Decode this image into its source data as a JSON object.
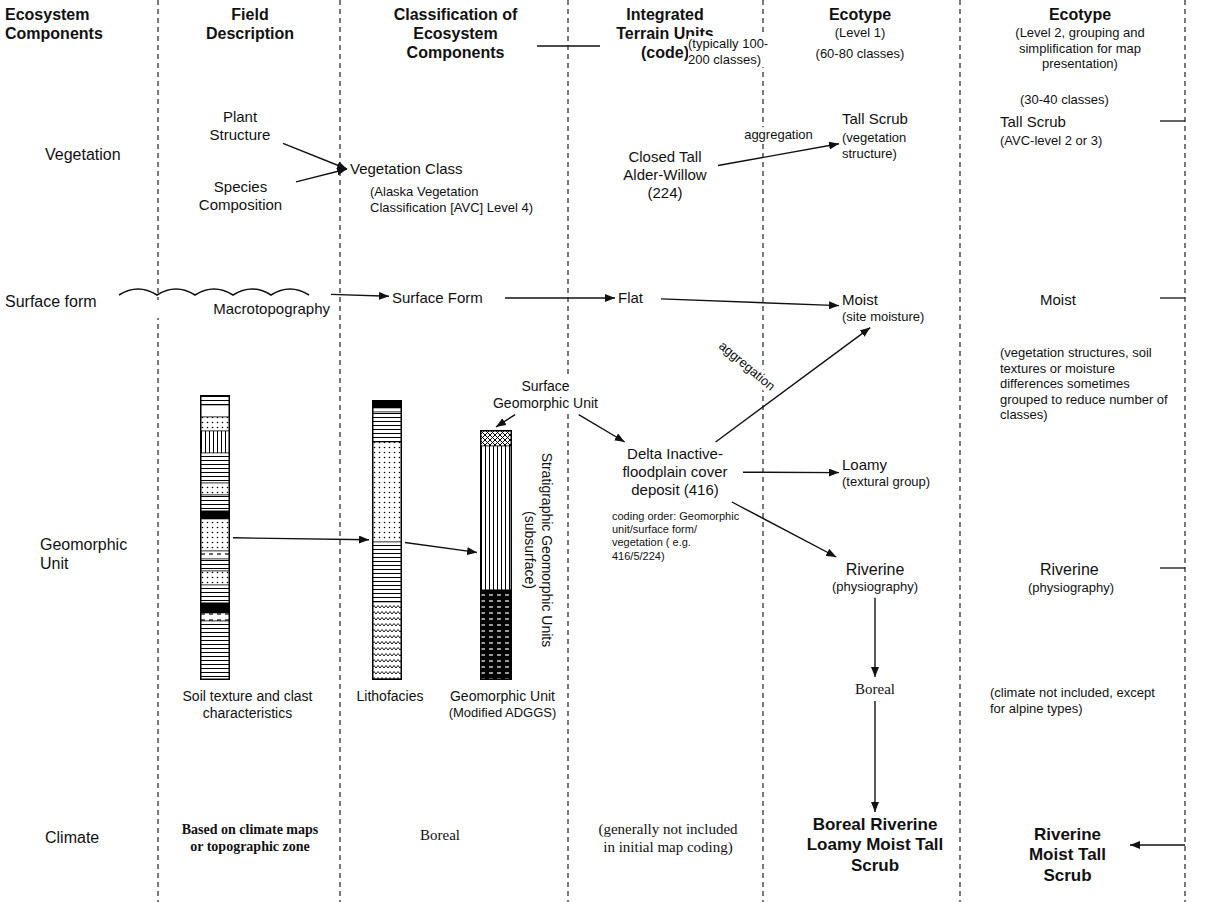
{
  "diagram": {
    "nodes": [
      {
        "text": [
          "Plant Structure"
        ]
      },
      {
        "text": [
          "Species Composition"
        ]
      },
      {
        "text": [
          "Vegetation Class",
          "(Alaska Vegetation Classification [AVC] Level 4)"
        ]
      },
      {
        "text": [
          "Closed Tall Alder-Willow (224)"
        ]
      },
      {
        "text": [
          "Tall Scrub",
          "(vegetation structure)"
        ]
      },
      {
        "text": [
          "Macrotopography"
        ]
      },
      {
        "text": [
          "Surface Form"
        ]
      },
      {
        "text": [
          "Flat"
        ]
      },
      {
        "text": [
          "Moist",
          "(site moisture)"
        ]
      },
      {
        "text": [
          "Surface Geomorphic Unit"
        ]
      },
      {
        "text": [
          "Delta Inactive-floodplain cover deposit (416)"
        ]
      },
      {
        "text": [
          "Loamy",
          "(textural group)"
        ]
      },
      {
        "text": [
          "Soil texture and clast characteristics"
        ]
      },
      {
        "text": [
          "Lithofacies"
        ]
      },
      {
        "text": [
          "Geomorphic Unit",
          "(Modified ADGGS)"
        ]
      },
      {
        "text": [
          "Riverine",
          "(physiography)"
        ]
      },
      {
        "text": [
          "Boreal"
        ]
      },
      {
        "text": [
          "Boreal Riverine Loamy Moist Tall Scrub"
        ]
      }
    ],
    "edges": [
      {
        "from": 0,
        "to": 2,
        "arrow": "to"
      },
      {
        "from": 1,
        "to": 2,
        "arrow": "to"
      },
      {
        "from": 3,
        "to": 4,
        "arrow": "to",
        "label": "aggregation"
      },
      {
        "from": 5,
        "to": 6,
        "arrow": "to"
      },
      {
        "from": 6,
        "to": 7,
        "arrow": "to"
      },
      {
        "from": 7,
        "to": 8,
        "arrow": "to"
      },
      {
        "from": 9,
        "to": 14,
        "arrow": "to"
      },
      {
        "from": 9,
        "to": 10,
        "arrow": "to"
      },
      {
        "from": 10,
        "to": 8,
        "arrow": "to",
        "label": "aggregation"
      },
      {
        "from": 10,
        "to": 11,
        "arrow": "to"
      },
      {
        "from": 10,
        "to": 15,
        "arrow": "to"
      },
      {
        "from": 12,
        "to": 13,
        "arrow": "to"
      },
      {
        "from": 13,
        "to": 14,
        "arrow": "to"
      },
      {
        "from": 15,
        "to": 16,
        "arrow": "to"
      },
      {
        "from": 16,
        "to": 17,
        "arrow": "to"
      }
    ],
    "labels": [
      "Ecosystem Components",
      "Field Description",
      "Classification of Ecosystem Components",
      "Integrated Terrain Units (code)",
      "Ecotype",
      "(Level 1)",
      "(60-80 classes)",
      "Ecotype",
      "(Level 2, grouping and simplification for map presentation)",
      "(typically 100-200 classes)",
      "Vegetation",
      "(30-40 classes)",
      "Tall Scrub",
      "(AVC-level 2 or 3)",
      "Surface form",
      "Moist",
      "Stratigraphic Geomorphic Units (subsurface)",
      "Geomorphic Unit",
      "coding order: Geomorphic unit/surface form/ vegetation ( e.g. 416/5/224)",
      "(vegetation structures, soil textures or moisture differences sometimes grouped to reduce number of classes)",
      "Riverine",
      "(physiography)",
      "(climate not included, except for alpine types)",
      "Climate",
      "Based on climate maps or topographic zone",
      "Boreal",
      "(generally not included in initial map coding)",
      "Riverine Moist Tall Scrub"
    ]
  }
}
